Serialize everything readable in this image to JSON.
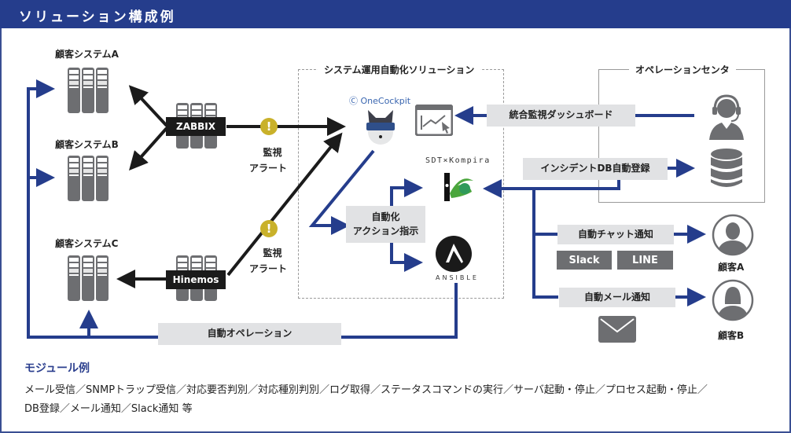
{
  "title": "ソリューション構成例",
  "customer_systems": [
    {
      "label": "顧客システムA"
    },
    {
      "label": "顧客システムB"
    },
    {
      "label": "顧客システムC"
    }
  ],
  "monitoring_tools": [
    {
      "label": "ZABBIX"
    },
    {
      "label": "Hinemos"
    }
  ],
  "alerts": [
    {
      "line1": "監視",
      "line2": "アラート"
    },
    {
      "line1": "監視",
      "line2": "アラート"
    }
  ],
  "solution_group": {
    "title": "システム運用自動化ソリューション",
    "onecockpit_label": "OneCockpit",
    "kompira_label": "SDT×Kompira",
    "ansible_label": "ANSIBLE",
    "action_box": {
      "line1": "自動化",
      "line2": "アクション指示"
    }
  },
  "operation_center": {
    "title": "オペレーションセンタ"
  },
  "flows": {
    "dashboard": "統合監視ダッシュボード",
    "incident_db": "インシデントDB自動登録",
    "chat_notify": "自動チャット通知",
    "mail_notify": "自動メール通知",
    "auto_operation": "自動オペレーション"
  },
  "chat_apps": [
    "Slack",
    "LINE"
  ],
  "customers": [
    {
      "label": "顧客A"
    },
    {
      "label": "顧客B"
    }
  ],
  "modules": {
    "title": "モジュール例",
    "line1": "メール受信／SNMPトラップ受信／対応要否判別／対応種別判別／ログ取得／ステータスコマンドの実行／サーバ起動・停止／プロセス起動・停止／",
    "line2": "DB登録／メール通知／Slack通知 等"
  },
  "colors": {
    "header": "#253d8c",
    "flow_blue": "#253d8c",
    "alert_yellow": "#c9b12a",
    "icon_gray": "#6d6e71",
    "box_gray": "#e1e2e4"
  }
}
